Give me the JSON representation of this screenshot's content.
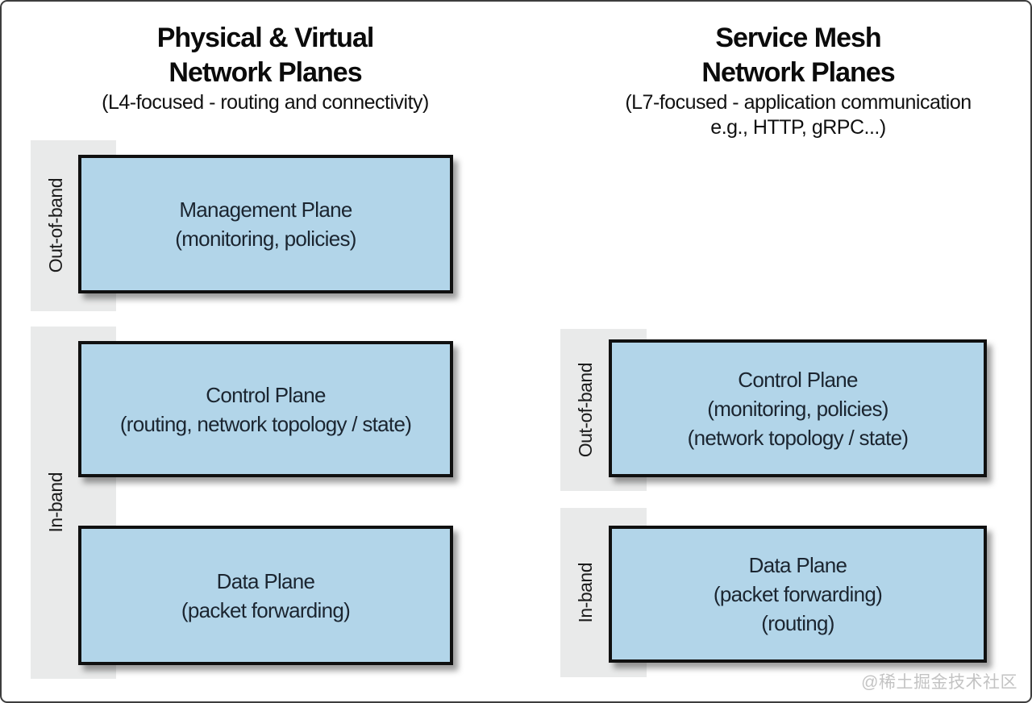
{
  "diagram": {
    "watermark": "@稀土掘金技术社区",
    "colors": {
      "box_fill": "#b2d5e9",
      "box_border": "#101010",
      "band_fill": "#e9eaea",
      "box_text": "#1b2530",
      "title_text": "#0b0b0b"
    },
    "columns": [
      {
        "title_line1": "Physical & Virtual",
        "title_line2": "Network Planes",
        "subtitle_line1": "(L4-focused - routing and connectivity)",
        "bands": [
          {
            "label": "Out-of-band",
            "boxes": [
              {
                "title": "Management Plane",
                "lines": [
                  "(monitoring, policies)"
                ]
              }
            ]
          },
          {
            "label": "In-band",
            "boxes": [
              {
                "title": "Control Plane",
                "lines": [
                  "(routing, network topology / state)"
                ]
              },
              {
                "title": "Data Plane",
                "lines": [
                  "(packet forwarding)"
                ]
              }
            ]
          }
        ]
      },
      {
        "title_line1": "Service Mesh",
        "title_line2": "Network Planes",
        "subtitle_line1": "(L7-focused - application communication",
        "subtitle_line2": "e.g., HTTP, gRPC...)",
        "bands": [
          {
            "label": "Out-of-band",
            "boxes": [
              {
                "title": "Control Plane",
                "lines": [
                  "(monitoring, policies)",
                  "(network topology / state)"
                ]
              }
            ]
          },
          {
            "label": "In-band",
            "boxes": [
              {
                "title": "Data Plane",
                "lines": [
                  "(packet forwarding)",
                  "(routing)"
                ]
              }
            ]
          }
        ]
      }
    ]
  }
}
